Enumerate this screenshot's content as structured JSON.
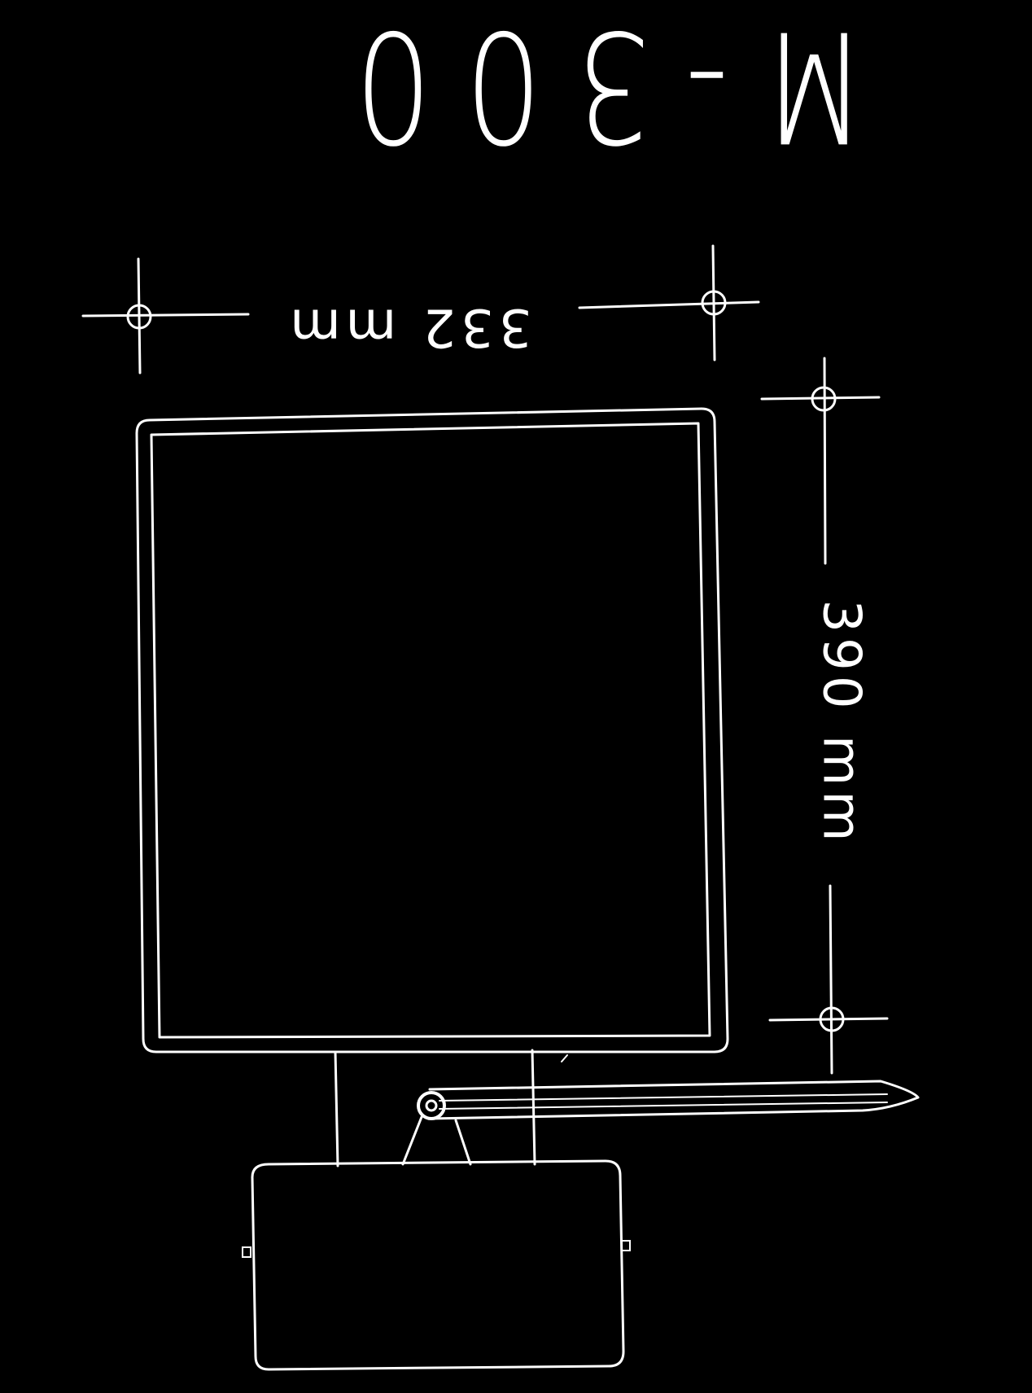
{
  "drawing": {
    "model_label": "M-300",
    "width_dimension": "332 mm",
    "height_dimension": "390 mm",
    "background_color": "#000000",
    "line_color": "#ffffff"
  }
}
